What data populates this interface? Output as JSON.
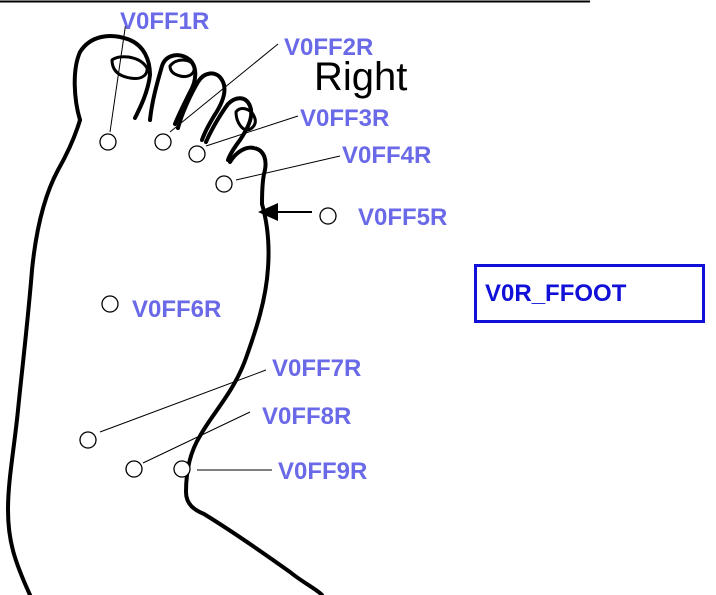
{
  "side_label": "Right",
  "region_label": "V0R_FFOOT",
  "points": [
    {
      "id": "V0FF1R"
    },
    {
      "id": "V0FF2R"
    },
    {
      "id": "V0FF3R"
    },
    {
      "id": "V0FF4R"
    },
    {
      "id": "V0FF5R"
    },
    {
      "id": "V0FF6R"
    },
    {
      "id": "V0FF7R"
    },
    {
      "id": "V0FF8R"
    },
    {
      "id": "V0FF9R"
    }
  ],
  "colors": {
    "point_label": "#6a6ae8",
    "region_box": "#1010d8",
    "outline": "#000000"
  }
}
